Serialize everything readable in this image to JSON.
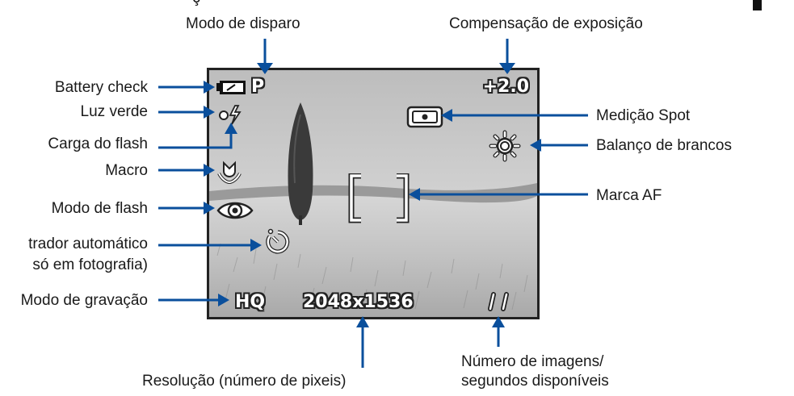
{
  "labels": {
    "modo_disparo": "Modo de disparo",
    "compensacao": "Compensação de exposição",
    "battery": "Battery check",
    "luz_verde": "Luz verde",
    "carga_flash": "Carga do flash",
    "macro": "Macro",
    "modo_flash": "Modo de flash",
    "temporizador_l1": "trador automático",
    "temporizador_l2": "só em fotografia)",
    "modo_gravacao": "Modo de gravação",
    "medicao_spot": "Medição Spot",
    "balanco": "Balanço de brancos",
    "marca_af": "Marca AF",
    "resolucao": "Resolução (número de pixeis)",
    "numero_l1": "Número de imagens/",
    "numero_l2": "segundos disponíveis"
  },
  "screen": {
    "shooting_mode": "P",
    "exposure": "+2.0",
    "quality": "HQ",
    "resolution": "2048x1536"
  },
  "colors": {
    "arrow": "#0a4f9c",
    "screen_border": "#222222"
  },
  "icons": [
    "battery-icon",
    "green-light-icon",
    "flash-charge-icon",
    "macro-icon",
    "flash-mode-icon",
    "self-timer-icon",
    "spot-metering-icon",
    "white-balance-icon",
    "af-mark-icon"
  ]
}
